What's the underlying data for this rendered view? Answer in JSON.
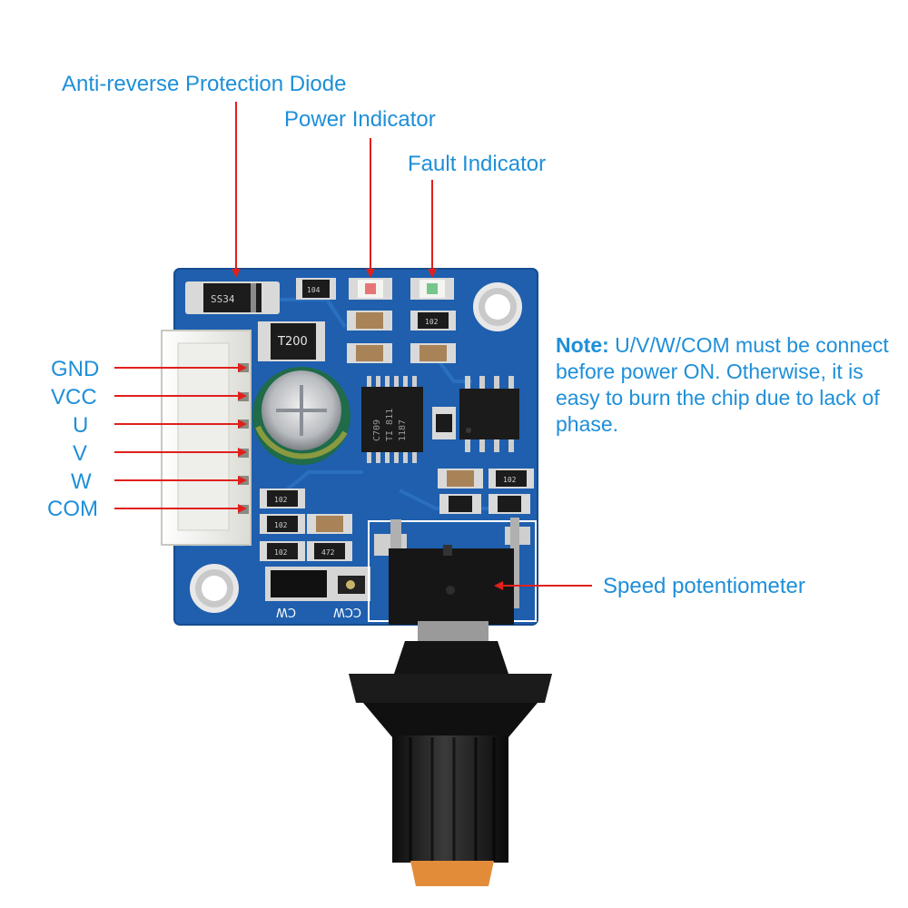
{
  "labels": {
    "anti_reverse_diode": "Anti-reverse Protection Diode",
    "power_indicator": "Power Indicator",
    "fault_indicator": "Fault Indicator",
    "speed_potentiometer": "Speed potentiometer"
  },
  "pins": [
    "GND",
    "VCC",
    "U",
    "V",
    "W",
    "COM"
  ],
  "note": {
    "title": "Note:",
    "body": "U/V/W/COM must be connect before power ON. Otherwise, it is easy to burn the chip due to lack of phase."
  },
  "board_markings": {
    "diode": "SS34",
    "transistor": "T200",
    "resistor_top": "104",
    "resistor_a": "102",
    "resistor_b": "102",
    "resistor_c": "102",
    "resistor_d": "102",
    "resistor_e": "102",
    "resistor_f": "472",
    "ic_line1": "C709",
    "ic_line2": "TI 811",
    "ic_line3": "1187",
    "jumper_left": "CW",
    "jumper_right": "CCW"
  },
  "colors": {
    "label_text": "#1e8fd9",
    "arrow": "#e0201c",
    "pcb": "#1f5fae"
  }
}
